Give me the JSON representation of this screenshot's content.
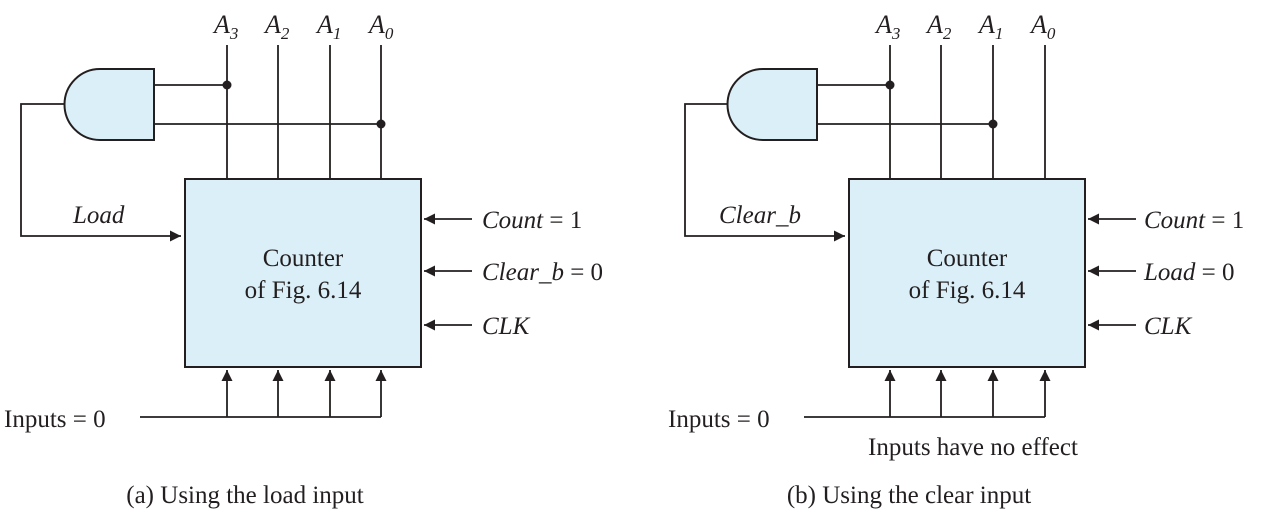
{
  "panel_a": {
    "outputs": [
      {
        "letter": "A",
        "sub": "3"
      },
      {
        "letter": "A",
        "sub": "2"
      },
      {
        "letter": "A",
        "sub": "1"
      },
      {
        "letter": "A",
        "sub": "0"
      }
    ],
    "counter_line1": "Counter",
    "counter_line2": "of Fig. 6.14",
    "feedback_label": "Load",
    "side_inputs": [
      {
        "name": "Count",
        "rest": " = 1"
      },
      {
        "name": "Clear_b",
        "rest": " = 0"
      },
      {
        "name": "CLK",
        "rest": ""
      }
    ],
    "inputs_label": "Inputs = 0",
    "caption": "(a) Using the load input"
  },
  "panel_b": {
    "outputs": [
      {
        "letter": "A",
        "sub": "3"
      },
      {
        "letter": "A",
        "sub": "2"
      },
      {
        "letter": "A",
        "sub": "1"
      },
      {
        "letter": "A",
        "sub": "0"
      }
    ],
    "counter_line1": "Counter",
    "counter_line2": "of Fig. 6.14",
    "feedback_label": "Clear_b",
    "side_inputs": [
      {
        "name": "Count",
        "rest": " = 1"
      },
      {
        "name": "Load",
        "rest": " = 0"
      },
      {
        "name": "CLK",
        "rest": ""
      }
    ],
    "inputs_label": "Inputs = 0",
    "inputs_note": "Inputs have no effect",
    "caption": "(b) Using the clear input"
  }
}
